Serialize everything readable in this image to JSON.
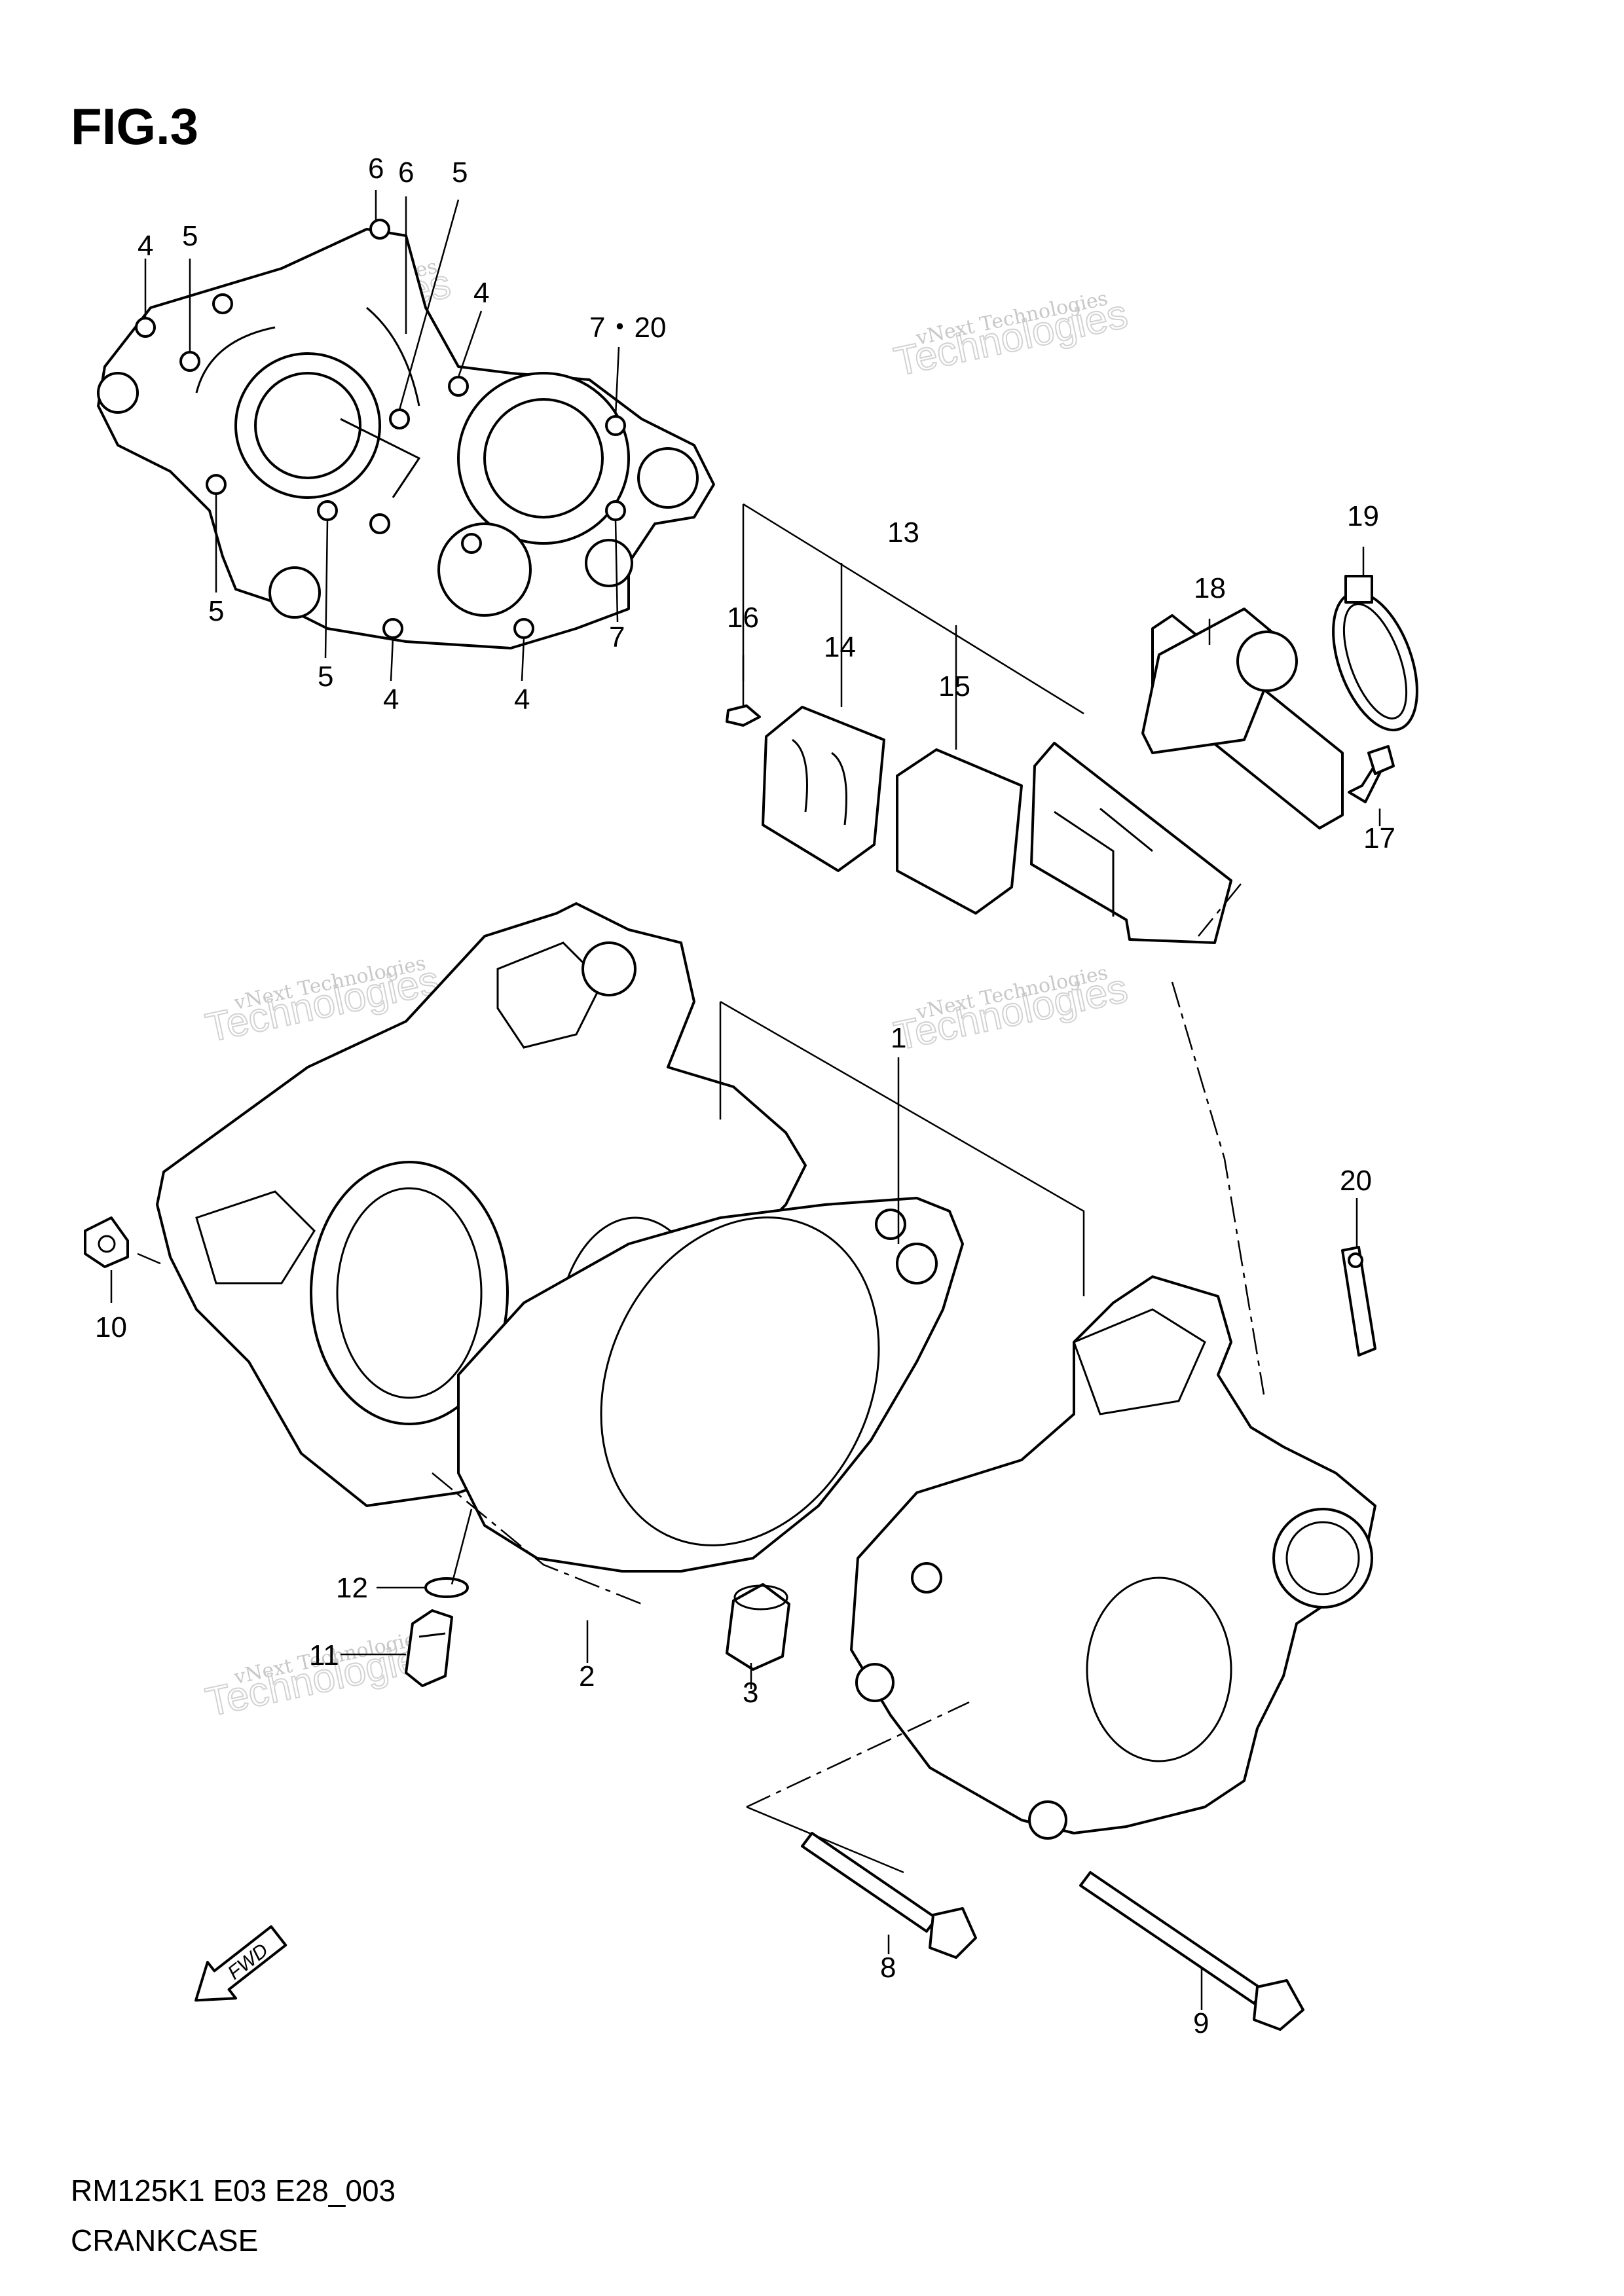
{
  "figure": {
    "title": "FIG.3",
    "code": "RM125K1 E03 E28_003",
    "name": "CRANKCASE"
  },
  "callouts": [
    {
      "id": "c4a",
      "label": "4"
    },
    {
      "id": "c5a",
      "label": "5"
    },
    {
      "id": "c6a",
      "label": "6"
    },
    {
      "id": "c6b",
      "label": "6"
    },
    {
      "id": "c5b",
      "label": "5"
    },
    {
      "id": "c4b",
      "label": "4"
    },
    {
      "id": "c720",
      "label": "7・20"
    },
    {
      "id": "c5c",
      "label": "5"
    },
    {
      "id": "c5d",
      "label": "5"
    },
    {
      "id": "c4c",
      "label": "4"
    },
    {
      "id": "c4d",
      "label": "4"
    },
    {
      "id": "c7",
      "label": "7"
    },
    {
      "id": "c13",
      "label": "13"
    },
    {
      "id": "c14",
      "label": "14"
    },
    {
      "id": "c15",
      "label": "15"
    },
    {
      "id": "c16",
      "label": "16"
    },
    {
      "id": "c18",
      "label": "18"
    },
    {
      "id": "c19",
      "label": "19"
    },
    {
      "id": "c17",
      "label": "17"
    },
    {
      "id": "c1",
      "label": "1"
    },
    {
      "id": "c20",
      "label": "20"
    },
    {
      "id": "c10",
      "label": "10"
    },
    {
      "id": "c12",
      "label": "12"
    },
    {
      "id": "c11",
      "label": "11"
    },
    {
      "id": "c2",
      "label": "2"
    },
    {
      "id": "c3",
      "label": "3"
    },
    {
      "id": "c8",
      "label": "8"
    },
    {
      "id": "c9",
      "label": "9"
    }
  ],
  "direction": {
    "label": "FWD"
  },
  "watermark": {
    "line1": "vNext Technologies",
    "line2": "Technologies"
  }
}
